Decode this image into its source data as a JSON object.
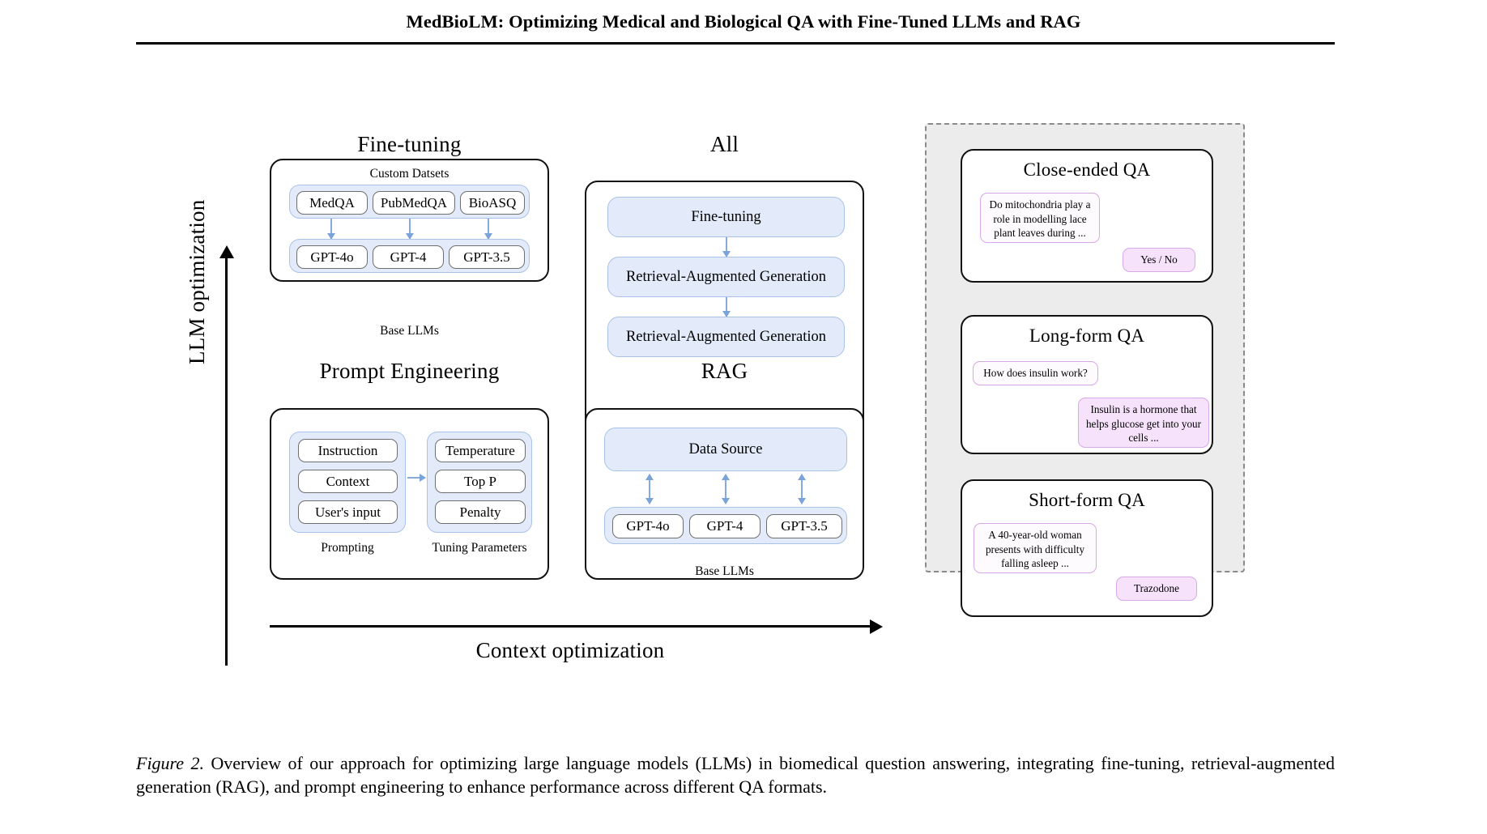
{
  "header": {
    "title": "MedBioLM: Optimizing Medical and Biological QA with Fine-Tuned LLMs and RAG"
  },
  "figure": {
    "axes": {
      "y_label": "LLM optimization",
      "x_label": "Context optimization"
    },
    "quadrants": {
      "fine_tuning": {
        "title": "Fine-tuning",
        "top_caption": "Custom Datsets",
        "bottom_caption": "Base LLMs",
        "datasets": [
          "MedQA",
          "PubMedQA",
          "BioASQ"
        ],
        "models": [
          "GPT-4o",
          "GPT-4",
          "GPT-3.5"
        ]
      },
      "all": {
        "title": "All",
        "stages": [
          "Fine-tuning",
          "Retrieval-Augmented Generation",
          "Retrieval-Augmented Generation"
        ]
      },
      "prompt_engineering": {
        "title": "Prompt Engineering",
        "left_group": {
          "caption": "Prompting",
          "items": [
            "Instruction",
            "Context",
            "User's input"
          ]
        },
        "right_group": {
          "caption": "Tuning Parameters",
          "items": [
            "Temperature",
            "Top P",
            "Penalty"
          ]
        }
      },
      "rag": {
        "title": "RAG",
        "data_source": "Data Source",
        "bottom_caption": "Base LLMs",
        "models": [
          "GPT-4o",
          "GPT-4",
          "GPT-3.5"
        ]
      }
    }
  },
  "qa_panel": {
    "cards": [
      {
        "title": "Close-ended QA",
        "question": "Do mitochondria play a role in modelling lace plant leaves during ...",
        "answer": "Yes / No"
      },
      {
        "title": "Long-form QA",
        "question": "How does insulin work?",
        "answer": "Insulin is a hormone that helps glucose get into your cells ..."
      },
      {
        "title": "Short-form QA",
        "question": "A 40-year-old woman presents with difficulty falling asleep ...",
        "answer": "Trazodone"
      }
    ]
  },
  "caption": {
    "lead": "Figure 2.",
    "body": " Overview of our approach for optimizing large language models (LLMs) in biomedical question answering, integrating fine-tuning, retrieval-augmented generation (RAG), and prompt engineering to enhance performance across different QA formats."
  },
  "colors": {
    "group_fill": "#e3ebfa",
    "group_stroke": "#a9c3e8",
    "arrow": "#86aadd",
    "bubble_stroke": "#d8a8e8",
    "bubble_answer_fill": "#f6e2fb",
    "panel_fill": "#ececec"
  }
}
